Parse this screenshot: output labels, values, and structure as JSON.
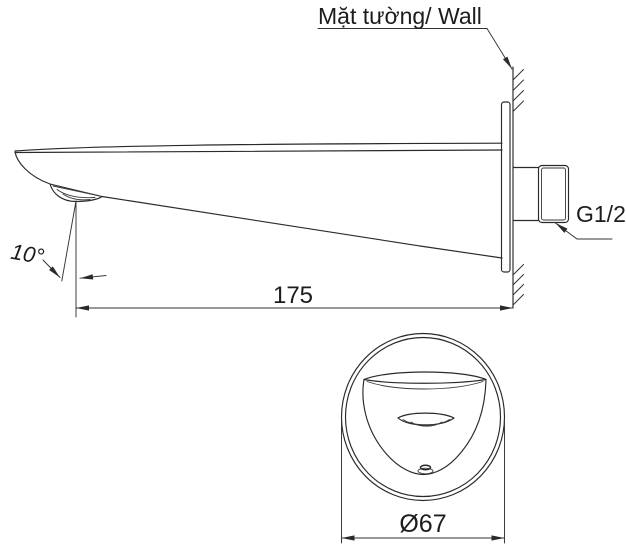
{
  "drawing": {
    "wall_label": "Mặt tường/ Wall",
    "thread_label": "G1/2",
    "angle_label": "10°",
    "length_dim": "175",
    "diameter_dim": "Ø67"
  },
  "colors": {
    "line": "#2a2a2a",
    "dimension_line": "#333333",
    "background": "#ffffff"
  }
}
